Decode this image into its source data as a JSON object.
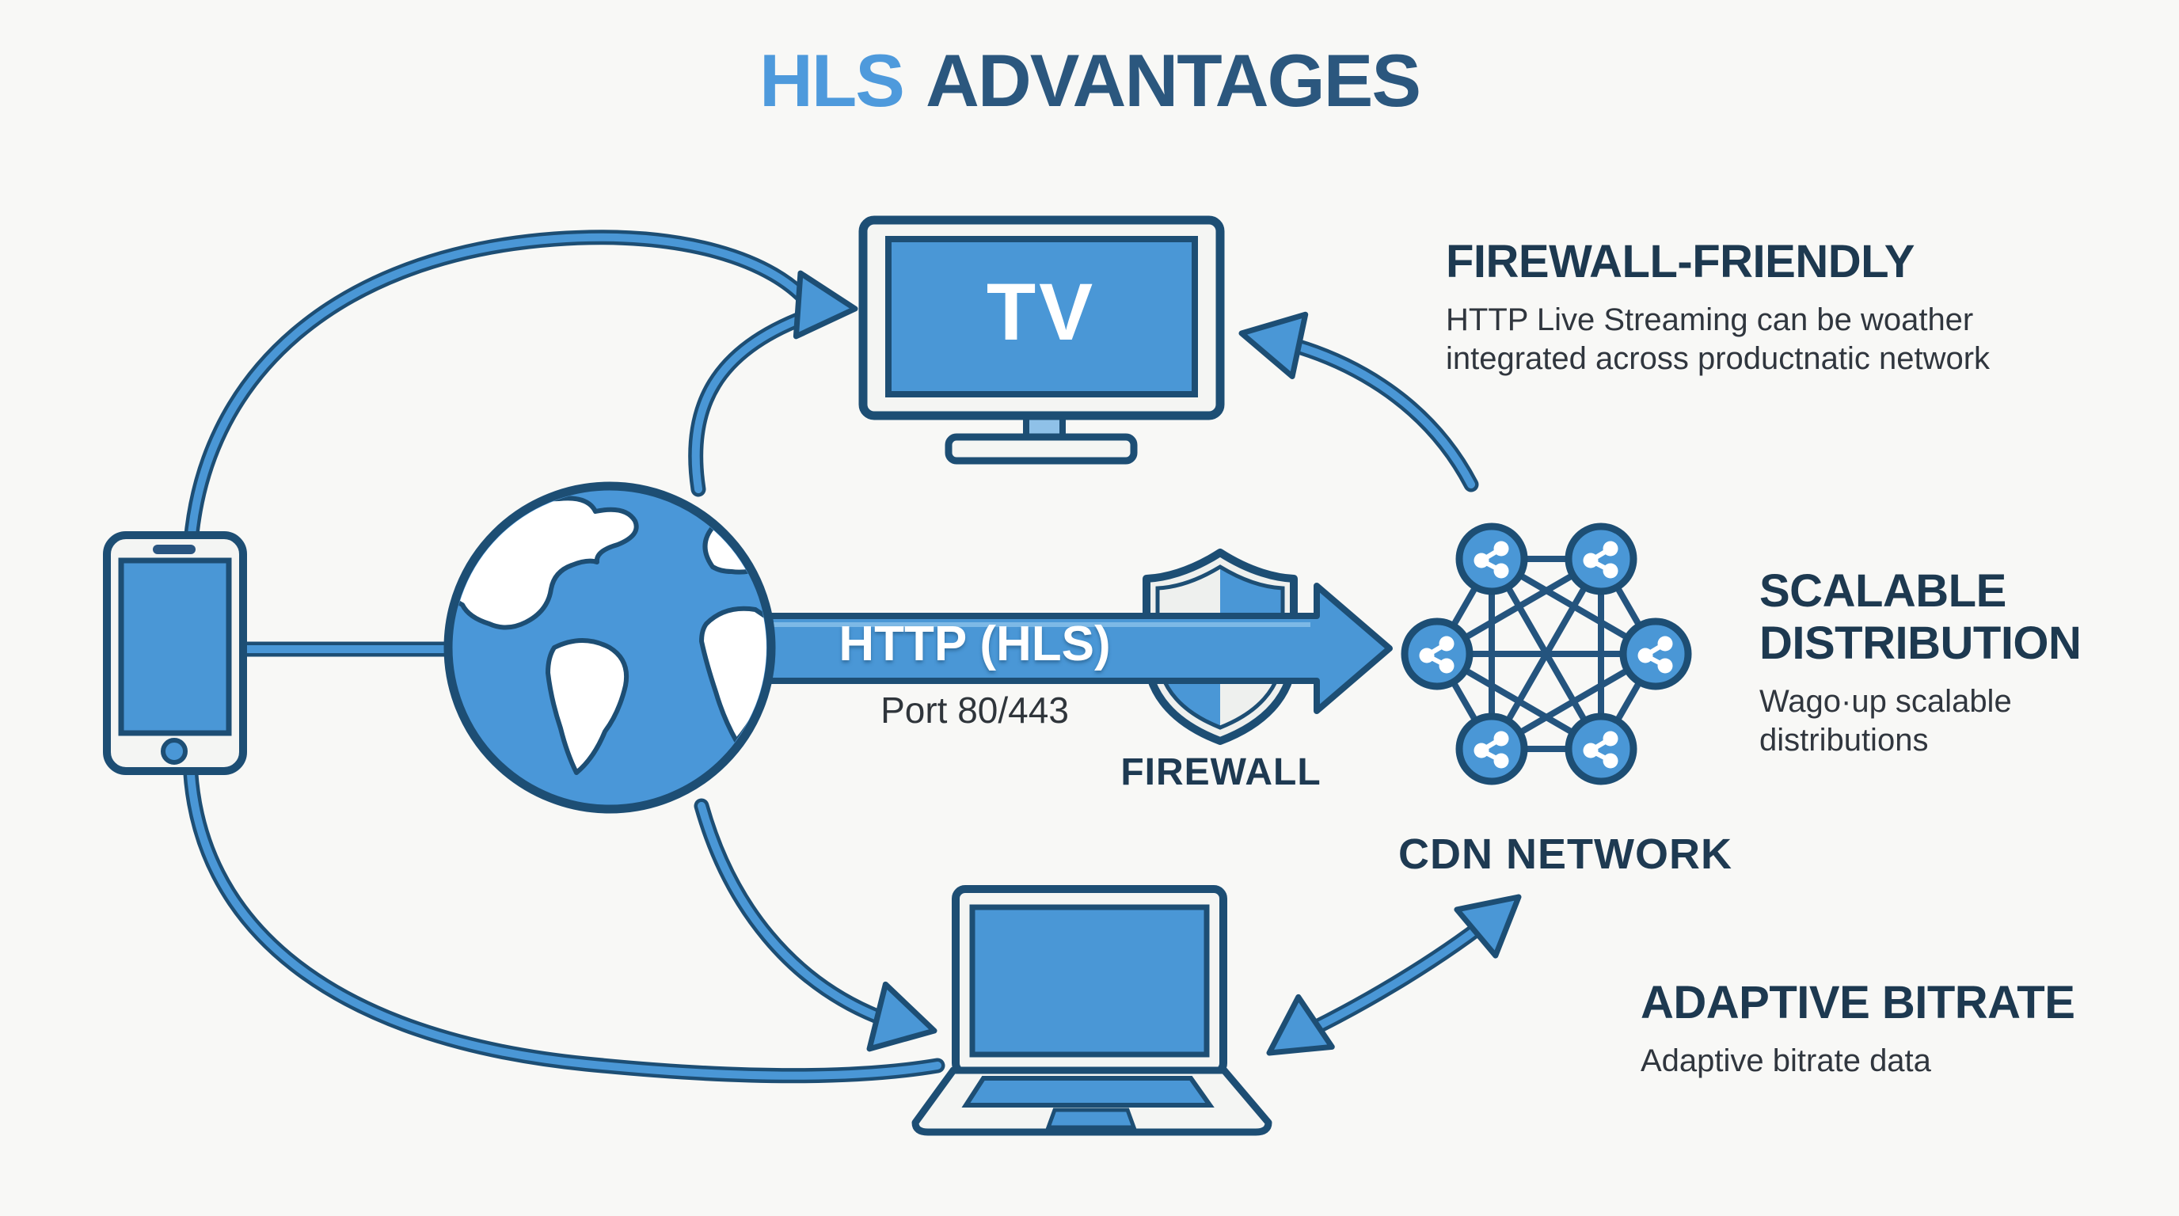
{
  "title": {
    "part1": "HLS",
    "part2": "ADVANTAGES"
  },
  "diagram": {
    "tv_label": "TV",
    "http_arrow_label": "HTTP (HLS)",
    "port_label": "Port 80/443",
    "firewall_label": "FIREWALL",
    "cdn_label": "CDN NETWORK"
  },
  "features": [
    {
      "heading": "FIREWALL-FRIENDLY",
      "body": "HTTP Live Streaming can be woather integrated across productnatic network"
    },
    {
      "heading": "SCALABLE DISTRIBUTION",
      "body": "Wago·up scalable distributions"
    },
    {
      "heading": "ADAPTIVE BITRATE",
      "body": "Adaptive bitrate data"
    }
  ],
  "icons": {
    "smartphone": "smartphone-icon",
    "globe": "globe-icon",
    "tv": "tv-icon",
    "laptop": "laptop-icon",
    "firewall_shield": "shield-icon",
    "cdn_node": "share-node-icon"
  },
  "colors": {
    "background": "#f8f8f6",
    "accent_blue": "#4a97d6",
    "outline_navy": "#1d4e74",
    "title_light_blue": "#4e9adc",
    "title_dark_blue": "#2b577e",
    "heading_text": "#1d3950",
    "body_text": "#30363e",
    "device_body": "#f4f5f3"
  }
}
